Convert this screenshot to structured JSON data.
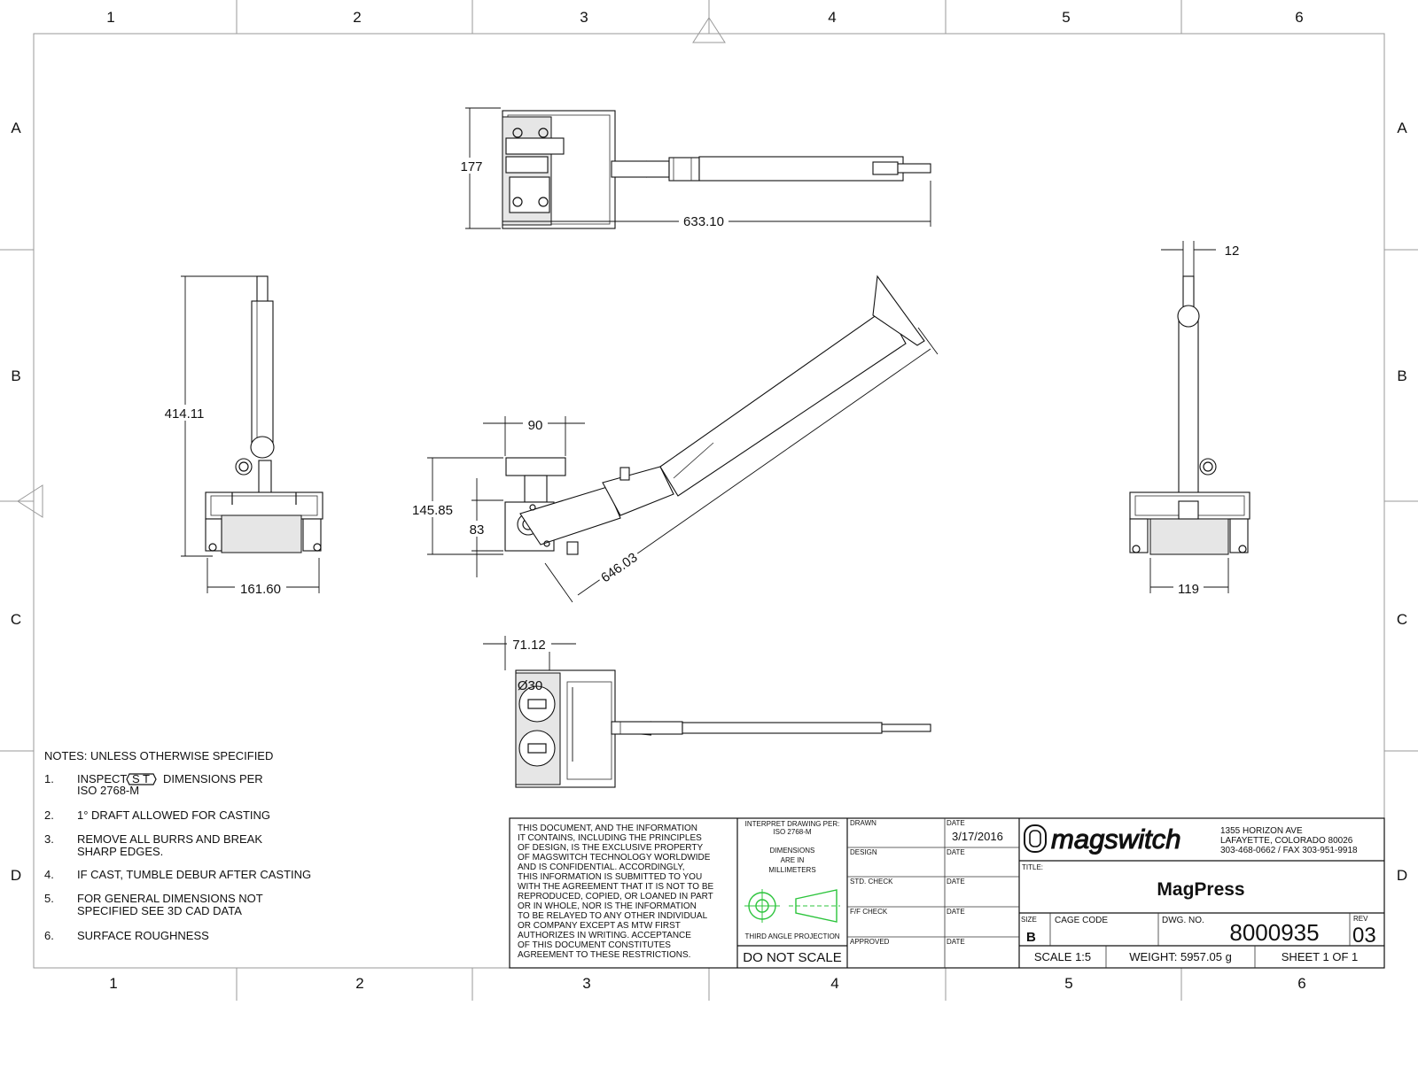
{
  "zones": {
    "columns": [
      "1",
      "2",
      "3",
      "4",
      "5",
      "6"
    ],
    "rows": [
      "A",
      "B",
      "C",
      "D"
    ]
  },
  "dimensions": {
    "top_height": "177",
    "top_length": "633.10",
    "front_height": "414.11",
    "front_width": "161.60",
    "iso_handle_width": "90",
    "iso_total_height": "145.85",
    "iso_body_height": "83",
    "iso_length": "646.03",
    "side_handle": "12",
    "side_width": "119",
    "bottom_width": "71.12",
    "bottom_hole": "Ø30"
  },
  "notes": {
    "heading": "NOTES: UNLESS OTHERWISE SPECIFIED",
    "items": [
      {
        "num": "1.",
        "line1": "INSPECT",
        "symbol": "S T",
        "line1b": "DIMENSIONS PER",
        "line2": "ISO 2768-M"
      },
      {
        "num": "2.",
        "line1": "1° DRAFT ALLOWED FOR CASTING",
        "line2": ""
      },
      {
        "num": "3.",
        "line1": "REMOVE ALL BURRS AND BREAK",
        "line2": "SHARP EDGES."
      },
      {
        "num": "4.",
        "line1": "IF CAST, TUMBLE DEBUR AFTER CASTING",
        "line2": ""
      },
      {
        "num": "5.",
        "line1": "FOR GENERAL DIMENSIONS NOT",
        "line2": "SPECIFIED SEE 3D CAD DATA"
      },
      {
        "num": "6.",
        "line1": "SURFACE ROUGHNESS",
        "line2": ""
      }
    ]
  },
  "confidential": [
    "THIS DOCUMENT, AND THE INFORMATION",
    "IT CONTAINS, INCLUDING THE PRINCIPLES",
    "OF DESIGN, IS THE EXCLUSIVE PROPERTY",
    "OF MAGSWITCH TECHNOLOGY WORLDWIDE",
    "AND IS CONFIDENTIAL.  ACCORDINGLY,",
    "THIS INFORMATION IS SUBMITTED TO YOU",
    "WITH THE AGREEMENT THAT IT IS NOT TO BE",
    "REPRODUCED, COPIED, OR LOANED IN PART",
    "OR IN WHOLE, NOR IS THE INFORMATION",
    "TO BE RELAYED TO ANY OTHER INDIVIDUAL",
    "OR COMPANY EXCEPT AS MTW FIRST",
    "AUTHORIZES IN WRITING.  ACCEPTANCE",
    " OF THIS DOCUMENT CONSTITUTES",
    " AGREEMENT TO THESE RESTRICTIONS."
  ],
  "interpret": {
    "line1": "INTERPRET DRAWING PER:",
    "line2": "ISO 2768-M",
    "dims1": "DIMENSIONS",
    "dims2": "ARE IN",
    "dims3": "MILLIMETERS",
    "projection": "THIRD ANGLE PROJECTION",
    "do_not_scale": "DO NOT SCALE"
  },
  "approvals": {
    "drawn": "DRAWN",
    "design": "DESIGN",
    "std_check": "STD. CHECK",
    "fp_check": "F/F CHECK",
    "approved": "APPROVED",
    "date_label": "DATE",
    "drawn_date": "3/17/2016"
  },
  "company": {
    "logo": "magswitch",
    "address1": "1355 HORIZON AVE",
    "address2": "LAFAYETTE, COLORADO  80026",
    "address3": "303-468-0662 / FAX 303-951-9918"
  },
  "title_block": {
    "title_label": "TITLE:",
    "title": "MagPress",
    "size_label": "SIZE",
    "size": "B",
    "cage_label": "CAGE CODE",
    "dwg_label": "DWG.  NO.",
    "dwg_no": "8000935",
    "rev_label": "REV",
    "rev": "03",
    "scale": "SCALE 1:5",
    "weight": "WEIGHT: 5957.05 g",
    "sheet": "SHEET 1 OF 1"
  }
}
